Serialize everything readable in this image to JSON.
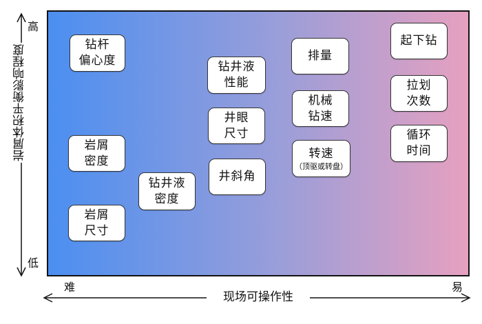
{
  "axes": {
    "y_title": "岩屑体积平衡影响程度",
    "y_high": "高",
    "y_low": "低",
    "x_title": "现场可操作性",
    "x_hard": "难",
    "x_easy": "易"
  },
  "factors": [
    {
      "line1": "钻杆",
      "line2": "偏心度"
    },
    {
      "line1": "岩屑",
      "line2": "密度"
    },
    {
      "line1": "岩屑",
      "line2": "尺寸"
    },
    {
      "line1": "钻井液",
      "line2": "密度"
    },
    {
      "line1": "钻井液",
      "line2": "性能"
    },
    {
      "line1": "井眼",
      "line2": "尺寸"
    },
    {
      "line1": "井斜角"
    },
    {
      "line1": "排量"
    },
    {
      "line1": "机械",
      "line2": "钻速"
    },
    {
      "line1": "转速",
      "sub": "（顶驱或转盘）"
    },
    {
      "line1": "起下钻"
    },
    {
      "line1": "拉划",
      "line2": "次数"
    },
    {
      "line1": "循环",
      "line2": "时间"
    }
  ],
  "colors": {
    "gradient_left": "#4b8ff1",
    "gradient_right": "#e6a0c0"
  }
}
